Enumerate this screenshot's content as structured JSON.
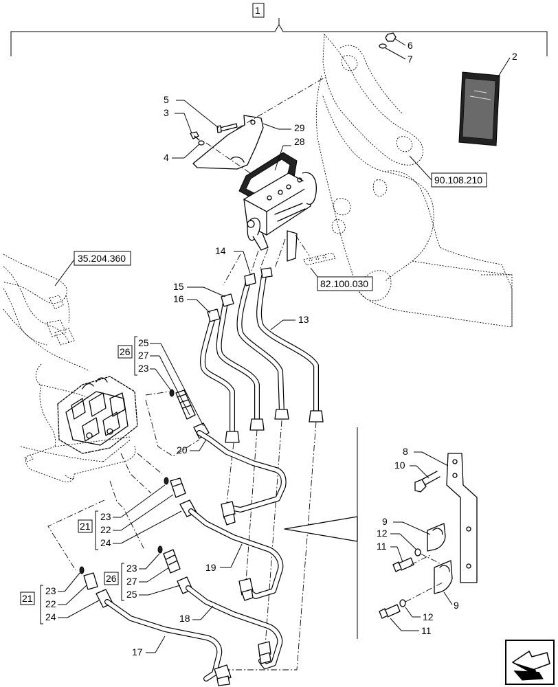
{
  "labels": {
    "l1": "1",
    "l2": "2",
    "l3": "3",
    "l4": "4",
    "l5": "5",
    "l6": "6",
    "l7": "7",
    "l8": "8",
    "l9a": "9",
    "l9b": "9",
    "l10": "10",
    "l11a": "11",
    "l11b": "11",
    "l12a": "12",
    "l12b": "12",
    "l13": "13",
    "l14": "14",
    "l15": "15",
    "l16": "16",
    "l17": "17",
    "l18": "18",
    "l19": "19",
    "l20": "20",
    "l21a": "21",
    "l22a": "22",
    "l23a": "23",
    "l24a": "24",
    "l21b": "21",
    "l22b": "22",
    "l23b": "23",
    "l24b": "24",
    "l25a": "25",
    "l26a": "26",
    "l27a": "27",
    "l23c": "23",
    "l25b": "25",
    "l26b": "26",
    "l27b": "27",
    "l23d": "23",
    "l28": "28",
    "l29": "29"
  },
  "references": {
    "ref_90": "90.108.210",
    "ref_35": "35.204.360",
    "ref_82": "82.100.030"
  },
  "icons": {
    "nav": "next-page-arrow-icon"
  }
}
